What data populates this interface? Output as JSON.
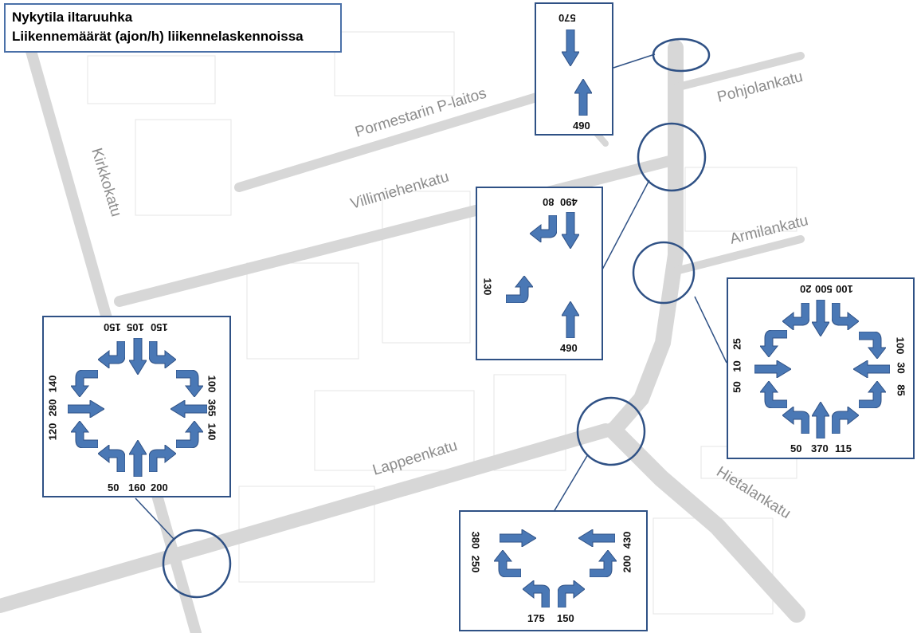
{
  "title": {
    "line1": "Nykytila iltaruuhka",
    "line2": "Liikennemäärät (ajon/h) liikennelaskennoissa"
  },
  "streets": {
    "kirkkokatu": "Kirkkokatu",
    "pormestarin": "Pormestarin P-laitos",
    "villimiehenkatu": "Villimiehenkatu",
    "pohjolankatu": "Pohjolankatu",
    "armilankatu": "Armilankatu",
    "lappeenkatu": "Lappeenkatu",
    "hietalankatu": "Hietalankatu"
  },
  "panels": {
    "north": {
      "south_in": "570",
      "north_in": "490"
    },
    "villimies": {
      "from_north": "490",
      "from_north_left": "80",
      "from_west_right": "130",
      "from_south": "490"
    },
    "roundabout": {
      "top_right": "100",
      "top_through": "500",
      "top_left": "20",
      "left_right": "25",
      "left_through": "10",
      "left_left": "50",
      "right_left": "100",
      "right_through": "30",
      "right_right": "85",
      "bottom_left": "50",
      "bottom_through": "370",
      "bottom_right": "115"
    },
    "kirkko": {
      "top_right": "150",
      "top_through": "105",
      "top_left": "150",
      "west_left": "140",
      "west_through": "280",
      "west_right": "120",
      "east_right": "100",
      "east_through": "365",
      "east_left": "140",
      "bottom_left": "50",
      "bottom_through": "160",
      "bottom_right": "200"
    },
    "lappeen": {
      "from_west_through": "380",
      "from_west_right": "250",
      "from_east_through": "430",
      "from_east_left": "200",
      "from_south_left": "175",
      "from_south_right": "150"
    }
  },
  "colors": {
    "arrow": "#4a78b5",
    "panel_border": "#2f5185",
    "road": "#d7d7d7",
    "circle": "#2f5185"
  }
}
